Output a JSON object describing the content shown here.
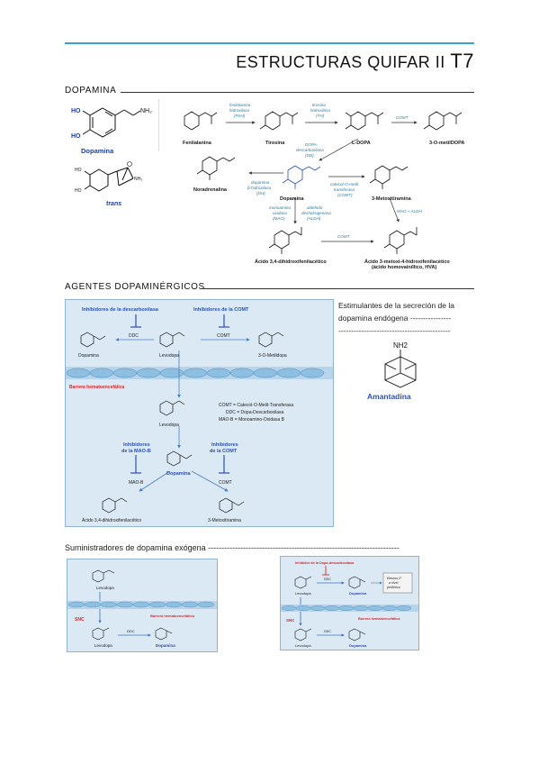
{
  "header": {
    "title": "ESTRUCTURAS QUIFAR II",
    "code": "T7"
  },
  "dopamina": {
    "section_title": "DOPAMINA",
    "molecule_label": "Dopamina",
    "trans_label": "trans",
    "pathway": {
      "fenilalanina": "Fenilalanina",
      "tirosina": "Tirosina",
      "ldopa": "L-DOPA",
      "omd": "3-O-metilDOPA",
      "noradrenalina": "Noradrenalina",
      "dopamina": "Dopamina",
      "metoxitiramina": "3-Metoxitiramina",
      "dopac": "Ácido 3,4-dihidroxifenilacético",
      "hva_1": "Ácido 3-metoxi-4-hidroxifenilacético",
      "hva_2": "(ácido homovainíllico, HVA)",
      "enz_pah_1": "fenilalanina",
      "enz_pah_2": "hidroxilasa",
      "enz_pah_3": "(PAH)",
      "enz_th_1": "tirosina",
      "enz_th_2": "hidroxilasa",
      "enz_th_3": "(TH)",
      "enz_comt": "COMT",
      "enz_ddc_1": "DOPA-",
      "enz_ddc_2": "descarboxilasa",
      "enz_ddc_3": "(DD)",
      "enz_dh_1": "dopamina",
      "enz_dh_2": "β-hidroxilasa",
      "enz_dh_3": "(DH)",
      "enz_comt2_1": "catecol-O-metil",
      "enz_comt2_2": "transferasa",
      "enz_comt2_3": "(COMT)",
      "enz_mao_1": "monoamino",
      "enz_mao_2": "oxidasa",
      "enz_mao_3": "(MAO)",
      "enz_aldh_1": "aldehido",
      "enz_aldh_2": "deshidrogenasa",
      "enz_aldh_3": "(ALDH)",
      "enz_comt3": "COMT",
      "enz_maoaldh": "MAO + ALDH"
    }
  },
  "agentes": {
    "section_title": "AGENTES DOPAMINÉRGICOS",
    "diagram": {
      "inh_ddc": "Inhibidores de la descarboxilasa",
      "inh_comt_top": "Inhibidores de la COMT",
      "ddc": "DDC",
      "comt": "COMT",
      "dopamina": "Dopamina",
      "levodopa": "Levodopa",
      "omd": "3-O-Metildopa",
      "barrera": "Barrera hematoencefálica",
      "levodopa2": "Levodopa",
      "legend_1": "COMT = Catecol-O-Metil-Transferasa",
      "legend_2": "DDC = Dopa-Descarboxilasa",
      "legend_3": "MAO-B = Monoamino-Oxidasa B",
      "inh_maob_1": "Inhibidores",
      "inh_maob_2": "de la MAO-B",
      "inh_comt_1": "Inhibidores",
      "inh_comt_2": "de la COMT",
      "dopamina2": "Dopamina",
      "maob": "MAO-B",
      "comt2": "COMT",
      "dopac": "Ácido 3,4-dihidroxifenilacético",
      "metox": "3-Metoxitiramina"
    },
    "estimulantes_line1": "Estimulantes de la secreción de la",
    "estimulantes_line2": "dopamina endógena ----------------",
    "estimulantes_line3": "--------------------------------------------",
    "amantadina_nh2": "NH2",
    "amantadina_label": "Amantadina"
  },
  "suministradores": {
    "title": "Suministradores de dopamina exógena -----------------------------------------------------------------------",
    "left": {
      "levodopa_top": "Levodopa",
      "snc": "SNC",
      "barrera": "Barrera hematoencefálica",
      "levodopa_bottom": "Levodopa",
      "ddc": "DDC",
      "dopamina": "Dopamina"
    },
    "right": {
      "inhib": "Inhibidor de la Dopa-descarboxilasa",
      "levodopa_top": "Levodopa",
      "ddc_top": "DDC",
      "dopamina_top": "Dopamina",
      "efectos_1": "Efectos 2°",
      "efectos_2": "a nivel",
      "efectos_3": "periférico",
      "snc": "SNC",
      "barrera": "Barrera hematoencefálica",
      "levodopa_bottom": "Levodopa",
      "ddc_bottom": "DDC",
      "dopamina_bottom": "Dopamina"
    }
  },
  "colors": {
    "accent_line": "#3aa0d8",
    "panel_bg": "#dbe9f5",
    "enzyme_teal": "#1a7fa8",
    "label_blue": "#2b4fb5",
    "barrier_red": "#d9262b"
  }
}
